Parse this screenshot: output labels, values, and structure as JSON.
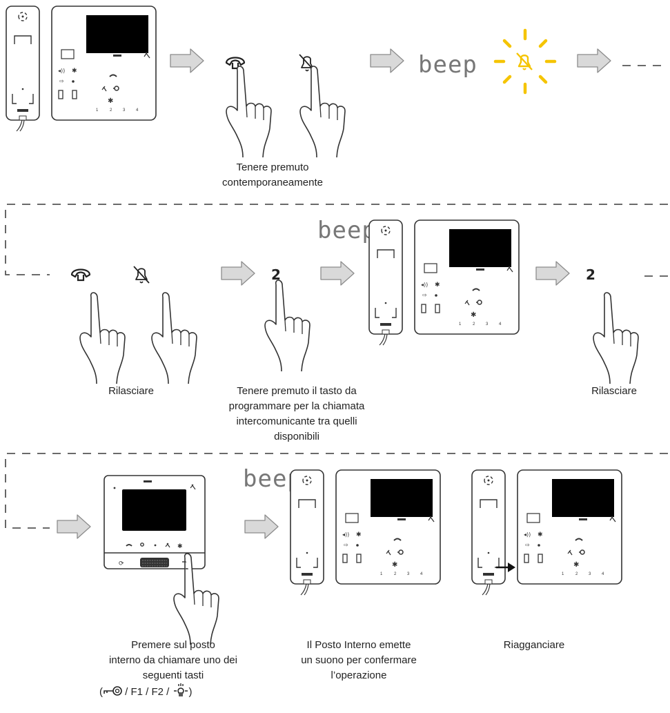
{
  "row1": {
    "caption": "Tenere premuto\ncontemporaneamente",
    "beep": "beep"
  },
  "row2": {
    "caption_release_left": "Rilasciare",
    "caption_hold_key": "Tenere premuto il tasto da\nprogrammare per la chiamata\nintercomunicante tra quelli\ndisponibili",
    "caption_release_right": "Rilasciare",
    "beep": "beep",
    "key_label_1": "2",
    "key_label_2": "2"
  },
  "row3": {
    "caption_press": "Premere sul posto\ninterno da chiamare uno dei\nseguenti tasti",
    "keys_line_open": "(",
    "keys_sep1": " / F1 / F2 / ",
    "keys_line_close": ")",
    "caption_confirm": "Il Posto Interno emette\nun suono per confermare\nl’operazione",
    "caption_hangup": "Riagganciare",
    "beep": "beep"
  },
  "device": {
    "keypad_numbers": [
      "1",
      "2",
      "3",
      "4"
    ]
  },
  "colors": {
    "arrow_fill": "#d9d9d9",
    "arrow_stroke": "#8c8c8c",
    "dashed_line": "#555555",
    "glow": "#f5c400",
    "screen": "#000000"
  }
}
